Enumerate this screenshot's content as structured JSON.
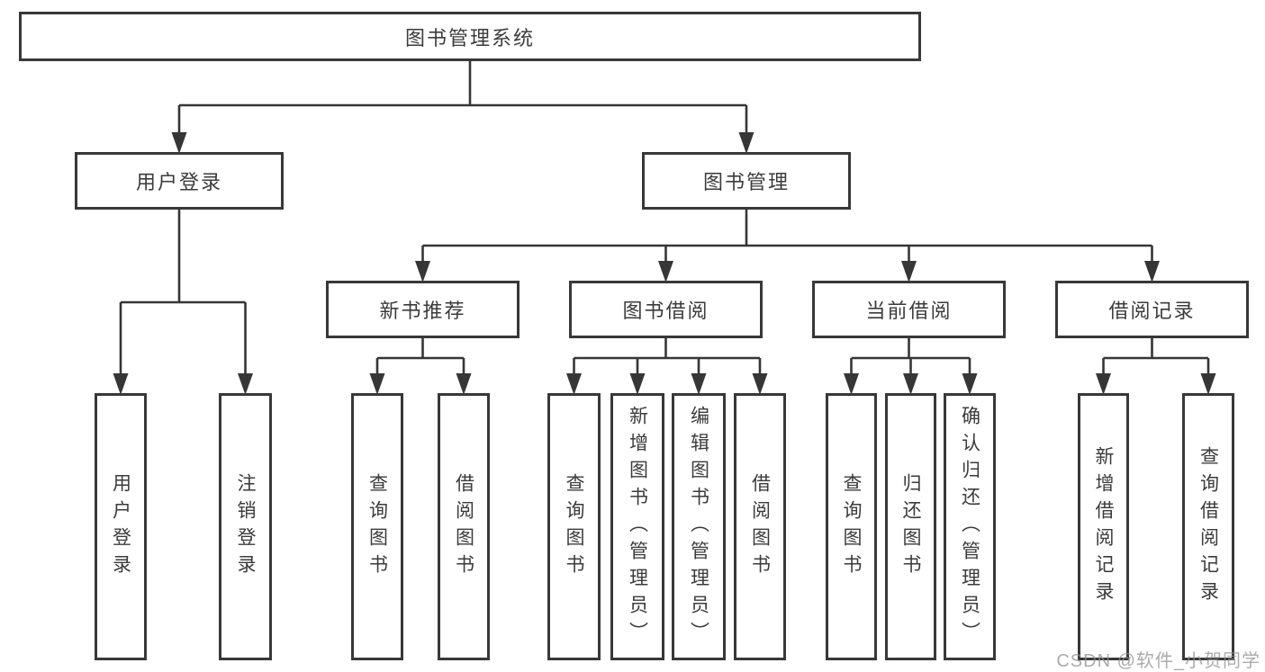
{
  "diagram": {
    "title": "图书管理系统",
    "watermark": "CSDN @软件_小贺同学",
    "colors": {
      "line": "#363636",
      "border": "#383838",
      "text": "#3b3b3b",
      "background": "#ffffff",
      "watermark": "#8f8f8f"
    },
    "nodes": [
      {
        "id": "root",
        "parent": null,
        "label": "图书管理系统"
      },
      {
        "id": "user-login",
        "parent": "root",
        "label": "用户登录"
      },
      {
        "id": "book-mgmt",
        "parent": "root",
        "label": "图书管理"
      },
      {
        "id": "new-book-rec",
        "parent": "book-mgmt",
        "label": "新书推荐"
      },
      {
        "id": "book-borrow",
        "parent": "book-mgmt",
        "label": "图书借阅"
      },
      {
        "id": "current-borrow",
        "parent": "book-mgmt",
        "label": "当前借阅"
      },
      {
        "id": "borrow-records",
        "parent": "book-mgmt",
        "label": "借阅记录"
      },
      {
        "id": "leaf-user-login",
        "parent": "user-login",
        "label": "用户登录"
      },
      {
        "id": "leaf-logout",
        "parent": "user-login",
        "label": "注销登录"
      },
      {
        "id": "leaf-nbr-query",
        "parent": "new-book-rec",
        "label": "查询图书"
      },
      {
        "id": "leaf-nbr-borrow",
        "parent": "new-book-rec",
        "label": "借阅图书"
      },
      {
        "id": "leaf-bb-query",
        "parent": "book-borrow",
        "label": "查询图书"
      },
      {
        "id": "leaf-bb-add",
        "parent": "book-borrow",
        "label": "新增图书（管理员）"
      },
      {
        "id": "leaf-bb-edit",
        "parent": "book-borrow",
        "label": "编辑图书（管理员）"
      },
      {
        "id": "leaf-bb-borrow",
        "parent": "book-borrow",
        "label": "借阅图书"
      },
      {
        "id": "leaf-cb-query",
        "parent": "current-borrow",
        "label": "查询图书"
      },
      {
        "id": "leaf-cb-return",
        "parent": "current-borrow",
        "label": "归还图书"
      },
      {
        "id": "leaf-cb-confirm",
        "parent": "current-borrow",
        "label": "确认归还（管理员）"
      },
      {
        "id": "leaf-br-add",
        "parent": "borrow-records",
        "label": "新增借阅记录"
      },
      {
        "id": "leaf-br-query",
        "parent": "borrow-records",
        "label": "查询借阅记录"
      }
    ]
  }
}
